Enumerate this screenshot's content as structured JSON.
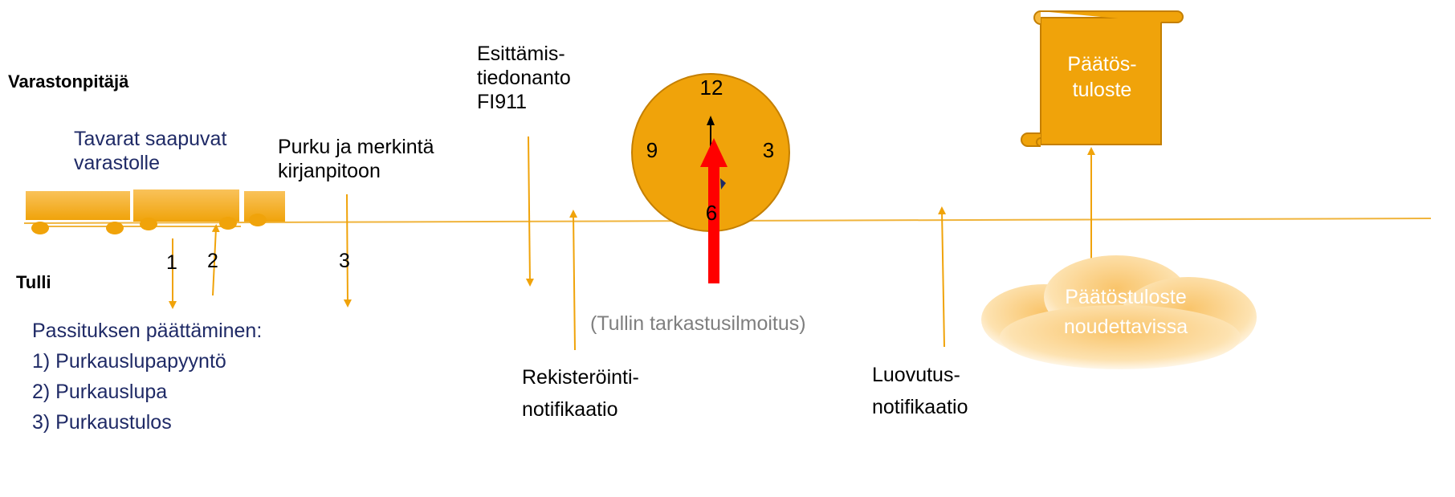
{
  "lanes": {
    "top": "Varastonpitäjä",
    "bottom": "Tulli"
  },
  "arrival": [
    "Tavarat saapuvat",
    "varastolle"
  ],
  "unloading": [
    "Purku ja merkintä",
    "kirjanpitoon"
  ],
  "presentation": [
    "Esittämis-",
    "tiedonanto",
    "FI911"
  ],
  "steps": {
    "s1": "1",
    "s2": "2",
    "s3": "3"
  },
  "transit_end": {
    "title": "Passituksen päättäminen:",
    "items": [
      "1) Purkauslupapyyntö",
      "2) Purkauslupa",
      "3) Purkaustulos"
    ]
  },
  "registration": [
    "Rekisteröinti-",
    "notifikaatio"
  ],
  "inspection": "(Tullin tarkastusilmoitus)",
  "release": [
    "Luovutus-",
    "notifikaatio"
  ],
  "decision_doc": [
    "Päätös-",
    "tuloste"
  ],
  "cloud": [
    "Päätöstuloste",
    "noudettavissa"
  ],
  "clock": {
    "n12": "12",
    "n3": "3",
    "n6": "6",
    "n9": "9"
  },
  "colors": {
    "line": "#f0b43c",
    "orange": "#f0a30a",
    "orange_light": "#f7b83a",
    "arrow_red": "#ff0000",
    "navy": "#1f2a66",
    "cloud": "#fbd48a"
  }
}
